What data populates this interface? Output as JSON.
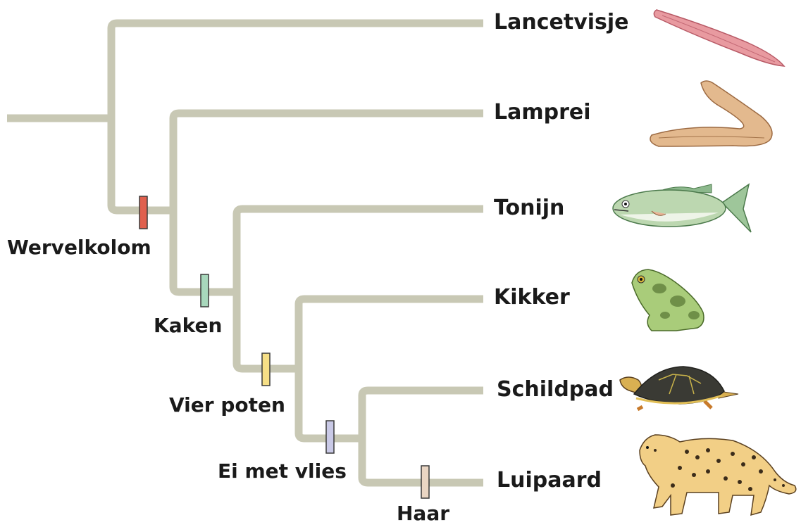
{
  "taxa": [
    {
      "key": "lancetvisje",
      "label": "Lancetvisje",
      "icon": "lancelet-icon"
    },
    {
      "key": "lamprei",
      "label": "Lamprei",
      "icon": "lamprey-icon"
    },
    {
      "key": "tonijn",
      "label": "Tonijn",
      "icon": "fish-icon"
    },
    {
      "key": "kikker",
      "label": "Kikker",
      "icon": "frog-icon"
    },
    {
      "key": "schildpad",
      "label": "Schildpad",
      "icon": "turtle-icon"
    },
    {
      "key": "luipaard",
      "label": "Luipaard",
      "icon": "leopard-icon"
    }
  ],
  "traits": [
    {
      "key": "wervelkolom",
      "label": "Wervelkolom",
      "color": "#e0604e"
    },
    {
      "key": "kaken",
      "label": "Kaken",
      "color": "#a8d8bc"
    },
    {
      "key": "vier_poten",
      "label": "Vier poten",
      "color": "#f6df86"
    },
    {
      "key": "ei_met_vlies",
      "label": "Ei met vlies",
      "color": "#c9c9e6"
    },
    {
      "key": "haar",
      "label": "Haar",
      "color": "#e9d5c3"
    }
  ],
  "colors": {
    "branch": "#c8c8b4",
    "marker_border": "#3a3a3a",
    "text": "#1a1a1a"
  }
}
